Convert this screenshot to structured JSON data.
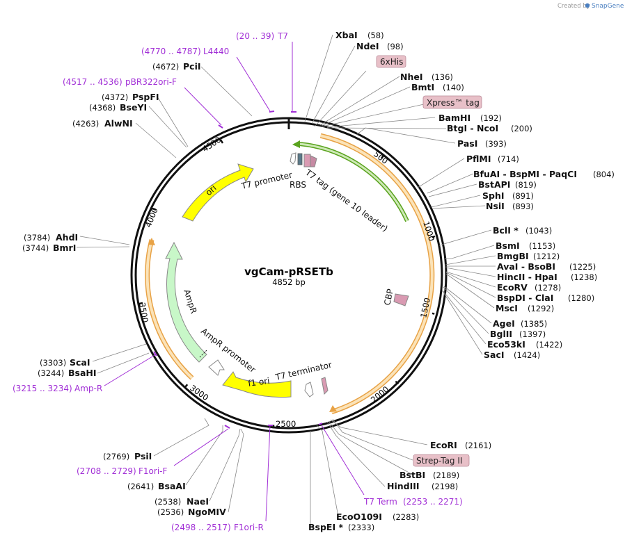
{
  "map": {
    "name": "vgCam-pRSETb",
    "length_label": "4852 bp",
    "length_bp": 4852,
    "credit_text": "Created by",
    "credit_brand": "SnapGene"
  },
  "ticks": [
    "500",
    "1000",
    "1500",
    "2000",
    "2500",
    "3000",
    "3500",
    "4000",
    "4500"
  ],
  "sites": [
    {
      "name": "XbaI",
      "pos": "(58)"
    },
    {
      "name": "NdeI",
      "pos": "(98)"
    },
    {
      "name": "NheI",
      "pos": "(136)"
    },
    {
      "name": "BmtI",
      "pos": "(140)"
    },
    {
      "name": "BamHI",
      "pos": "(192)"
    },
    {
      "name": "BtgI  -  NcoI",
      "pos": "(200)"
    },
    {
      "name": "PasI",
      "pos": "(393)"
    },
    {
      "name": "PflMI",
      "pos": "(714)"
    },
    {
      "name": "BfuAI  -  BspMI  -  PaqCI",
      "pos": "(804)"
    },
    {
      "name": "BstAPI",
      "pos": "(819)"
    },
    {
      "name": "SphI",
      "pos": "(891)"
    },
    {
      "name": "NsiI",
      "pos": "(893)"
    },
    {
      "name": "BclI *",
      "pos": "(1043)"
    },
    {
      "name": "BsmI",
      "pos": "(1153)"
    },
    {
      "name": "BmgBI",
      "pos": "(1212)"
    },
    {
      "name": "AvaI  -  BsoBI",
      "pos": "(1225)"
    },
    {
      "name": "HincII  -  HpaI",
      "pos": "(1238)"
    },
    {
      "name": "EcoRV",
      "pos": "(1278)"
    },
    {
      "name": "BspDI  -  ClaI",
      "pos": "(1280)"
    },
    {
      "name": "MscI",
      "pos": "(1292)"
    },
    {
      "name": "AgeI",
      "pos": "(1385)"
    },
    {
      "name": "BglII",
      "pos": "(1397)"
    },
    {
      "name": "Eco53kI",
      "pos": "(1422)"
    },
    {
      "name": "SacI",
      "pos": "(1424)"
    },
    {
      "name": "EcoRI",
      "pos": "(2161)"
    },
    {
      "name": "BstBI",
      "pos": "(2189)"
    },
    {
      "name": "HindIII",
      "pos": "(2198)"
    },
    {
      "name": "EcoO109I",
      "pos": "(2283)"
    },
    {
      "name": "BspEI *",
      "pos": "(2333)"
    },
    {
      "name": "NaeI",
      "pos": "(2538)"
    },
    {
      "name": "NgoMIV",
      "pos": "(2536)"
    },
    {
      "name": "BsaAI",
      "pos": "(2641)"
    },
    {
      "name": "PsiI",
      "pos": "(2769)"
    },
    {
      "name": "ScaI",
      "pos": "(3303)"
    },
    {
      "name": "BsaHI",
      "pos": "(3244)"
    },
    {
      "name": "AhdI",
      "pos": "(3784)"
    },
    {
      "name": "BmrI",
      "pos": "(3744)"
    },
    {
      "name": "AlwNI",
      "pos": "(4263)"
    },
    {
      "name": "BseYI",
      "pos": "(4368)"
    },
    {
      "name": "PspFI",
      "pos": "(4372)"
    },
    {
      "name": "PciI",
      "pos": "(4672)"
    }
  ],
  "primers": [
    {
      "name": "T7",
      "range": "(20 .. 39)"
    },
    {
      "name": "L4440",
      "range": "(4770 .. 4787)"
    },
    {
      "name": "pBR322ori-F",
      "range": "(4517 .. 4536)"
    },
    {
      "name": "Amp-R",
      "range": "(3215 .. 3234)"
    },
    {
      "name": "F1ori-F",
      "range": "(2708 .. 2729)"
    },
    {
      "name": "F1ori-R",
      "range": "(2498 .. 2517)"
    },
    {
      "name": "T7 Term",
      "range": "(2253 .. 2271)"
    }
  ],
  "tags": [
    "6xHis",
    "Xpress™ tag",
    "Strep-Tag II"
  ],
  "features": {
    "t7_promoter": "T7 promoter",
    "rbs": "RBS",
    "t7_tag": "T7 tag (gene 10 leader)",
    "cbp": "CBP",
    "t7_terminator": "T7 terminator",
    "f1_ori": "f1 ori",
    "ampr_promoter": "AmpR promoter",
    "ampr": "AmpR",
    "ori": "ori"
  },
  "colors": {
    "backbone": "#111111",
    "orange_band": "#e8a245",
    "orange_fill": "#fbe3b8",
    "t7tag_band": "#5aa31e",
    "ori_fill": "#ffff00",
    "ampr_fill": "#c8f7c8",
    "misc_fill": "#d99ab2",
    "primer_color": "#a12fd6",
    "tag_bg": "#e8c0c8"
  }
}
